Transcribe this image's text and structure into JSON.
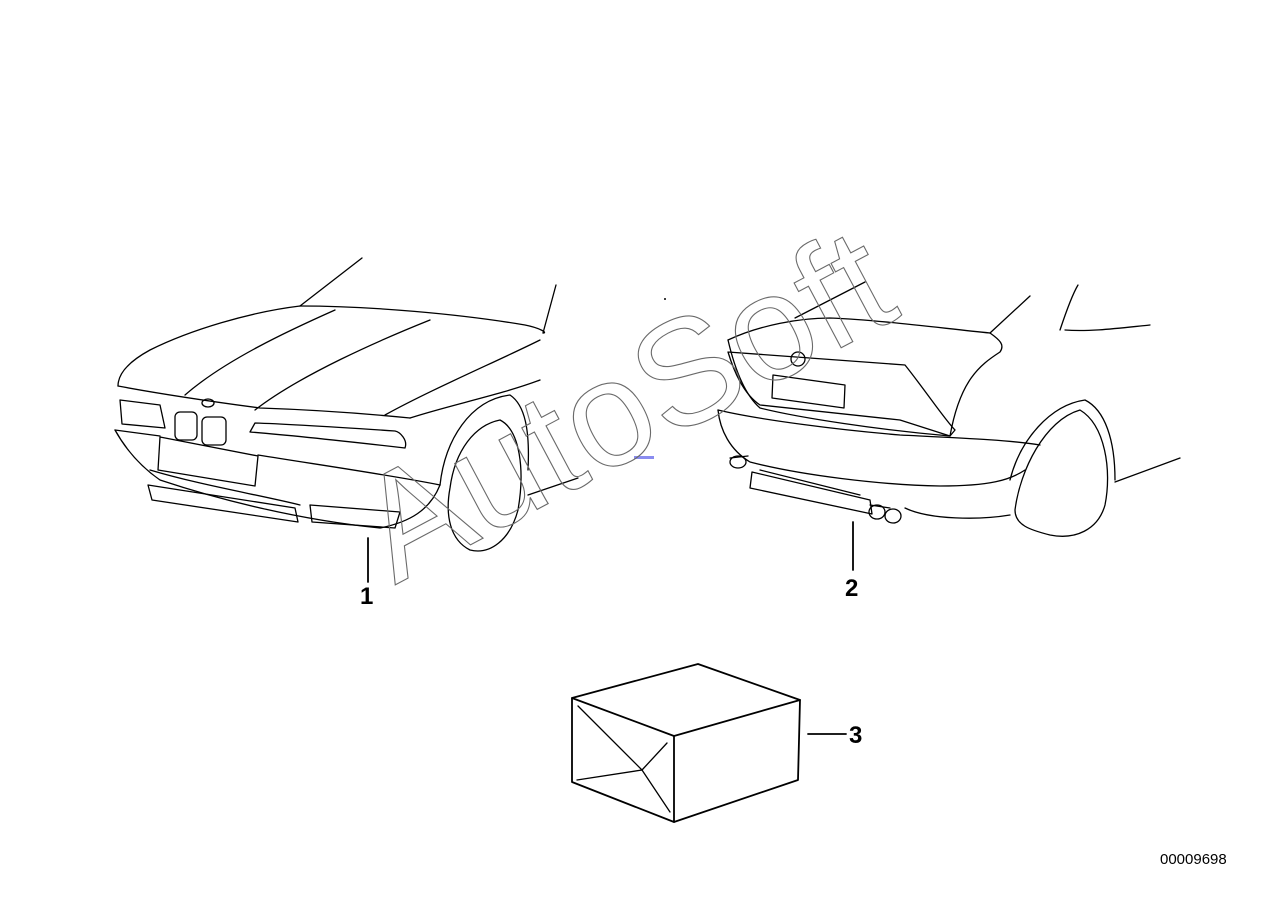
{
  "parts": [
    {
      "number": "1",
      "name": "front-bumper-assembly"
    },
    {
      "number": "2",
      "name": "rear-bumper-exhaust-assembly"
    },
    {
      "number": "3",
      "name": "kit-box"
    }
  ],
  "document_number": "00009698",
  "watermark": "AutoSoft",
  "colors": {
    "line": "#000000",
    "background": "#ffffff",
    "watermark_outline": "#6a6a6a",
    "mark": "#8a8cf0"
  }
}
